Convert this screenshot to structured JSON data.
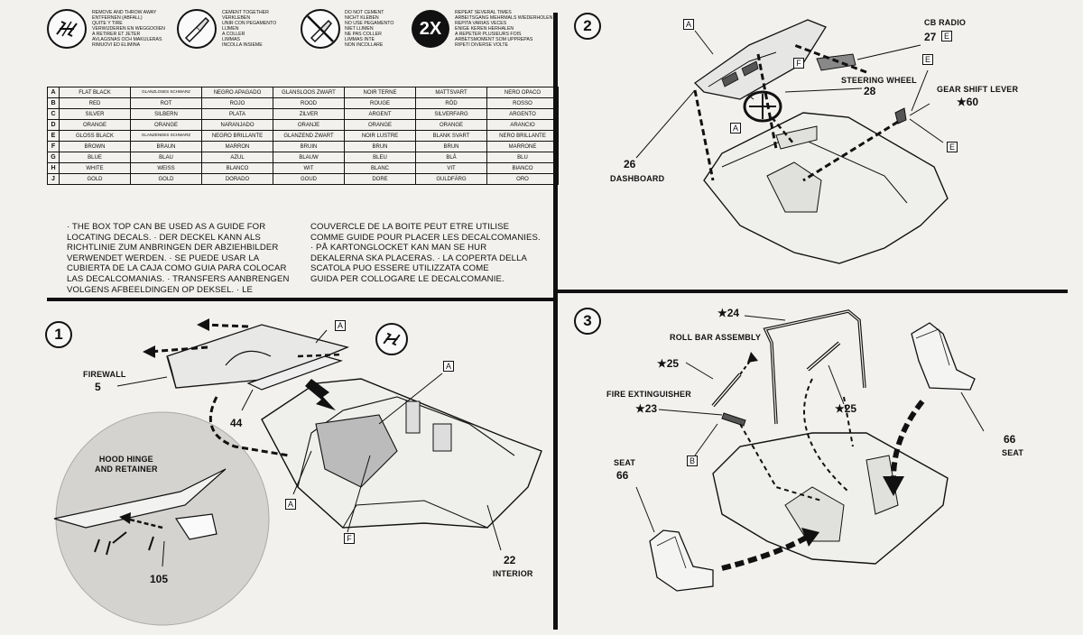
{
  "legend": [
    {
      "icon": "remove-throw-away-icon",
      "lines": [
        "REMOVE AND THROW AWAY",
        "ENTFERNEN (ABFALL)",
        "QUITE Y TIRE",
        "VERWIJDEREN EN WEGGOOIEN",
        "A RETIRER ET JETER",
        "AVLAGSNAS OCH MAKULERAS",
        "RIMUOVI ED ELIMINA"
      ]
    },
    {
      "icon": "cement-together-icon",
      "lines": [
        "CEMENT TOGETHER",
        "VERKLEBEN",
        "UNIR CON PEGAMENTO",
        "LIJMEN",
        "A COLLER",
        "LIMMAS",
        "INCOLLA INSIEME"
      ]
    },
    {
      "icon": "do-not-cement-icon",
      "lines": [
        "DO NOT CEMENT",
        "NICHT KLEBEN",
        "NO USE PEGAMENTO",
        "NIET LIJMEN",
        "NE PAS COLLER",
        "LIMMAS INTE",
        "NON INCOLLARE"
      ]
    },
    {
      "icon": "repeat-2x-icon",
      "badge": "2X",
      "lines": [
        "REPEAT SEVERAL TIMES",
        "ARBEITSGANG MEHRMALS WIEDERHOLEN",
        "REPITA VARIAS VECES",
        "ENIGE KEREN HERHALEN",
        "A REPETER PLUSIEURS FOIS",
        "ARBETSMOMENT SOM UPPREPAS",
        "RIPETI DIVERSE VOLTE"
      ]
    }
  ],
  "color_table": [
    {
      "letter": "A",
      "cells": [
        "FLAT BLACK",
        "GLANZLOSES SCHWARZ",
        "NEGRO APAGADO",
        "GLANSLOOS ZWART",
        "NOIR TERNE",
        "MATTSVART",
        "NERO OPACO"
      ]
    },
    {
      "letter": "B",
      "cells": [
        "RED",
        "ROT",
        "ROJO",
        "ROOD",
        "ROUGE",
        "RÖD",
        "ROSSO"
      ]
    },
    {
      "letter": "C",
      "cells": [
        "SILVER",
        "SILBERN",
        "PLATA",
        "ZILVER",
        "ARGENT",
        "SILVERFARG",
        "ARGENTO"
      ]
    },
    {
      "letter": "D",
      "cells": [
        "ORANGE",
        "ORANGE",
        "NARANJADO",
        "ORANJE",
        "ORANGE",
        "ORANGE",
        "ARANCIO"
      ]
    },
    {
      "letter": "E",
      "cells": [
        "GLOSS BLACK",
        "GLANZENDES SCHWARZ",
        "NEGRO BRILLANTE",
        "GLANZEND ZWART",
        "NOIR LUSTRE",
        "BLANK SVART",
        "NERO BRILLANTE"
      ]
    },
    {
      "letter": "F",
      "cells": [
        "BROWN",
        "BRAUN",
        "MARRON",
        "BRUIN",
        "BRUN",
        "BRUN",
        "MARRONE"
      ]
    },
    {
      "letter": "G",
      "cells": [
        "BLUE",
        "BLAU",
        "AZUL",
        "BLAUW",
        "BLEU",
        "BLÅ",
        "BLU"
      ]
    },
    {
      "letter": "H",
      "cells": [
        "WHITE",
        "WEISS",
        "BLANCO",
        "WIT",
        "BLANC",
        "VIT",
        "BIANCO"
      ]
    },
    {
      "letter": "J",
      "cells": [
        "GOLD",
        "GOLD",
        "DORADO",
        "GOUD",
        "DORE",
        "GULDFÄRG",
        "ORO"
      ]
    }
  ],
  "paragraph_left": [
    "· THE BOX TOP CAN BE USED AS A GUIDE FOR",
    "LOCATING DECALS. · DER DECKEL KANN ALS",
    "RICHTLINIE ZUM ANBRINGEN DER ABZIEHBILDER",
    "VERWENDET WERDEN. · SE PUEDE USAR LA",
    "CUBIERTA DE LA CAJA COMO GUIA PARA COLOCAR",
    "LAS DECALCOMANIAS. · TRANSFERS AANBRENGEN",
    "VOLGENS AFBEELDINGEN OP DEKSEL. · LE"
  ],
  "paragraph_right": [
    "COUVERCLE DE LA BOITE PEUT ETRE UTILISE",
    "COMME GUIDE POUR PLACER LES DECALCOMANIES.",
    "· PÅ KARTONGLOCKET KAN MAN SE HUR",
    "DEKALERNA SKA PLACERAS. · LA COPERTA DELLA",
    "SCATOLA PUO ESSERE UTILIZZATA COME",
    "GUIDA PER COLLOGARE LE DECALCOMANIE."
  ],
  "step1": {
    "number": "1",
    "firewall_label": "FIREWALL",
    "firewall_num": "5",
    "part_44": "44",
    "hood_label_1": "HOOD HINGE",
    "hood_label_2": "AND RETAINER",
    "part_105": "105",
    "interior_num": "22",
    "interior_label": "INTERIOR",
    "box_a1": "A",
    "box_a2": "A",
    "box_a3": "A",
    "box_f": "F"
  },
  "step2": {
    "number": "2",
    "cb_label": "CB RADIO",
    "cb_num": "27",
    "cb_box": "E",
    "steering_label": "STEERING WHEEL",
    "steering_num": "28",
    "gear_label": "GEAR SHIFT LEVER",
    "gear_num": "★60",
    "dash_num": "26",
    "dash_label": "DASHBOARD",
    "box_a1": "A",
    "box_a2": "A",
    "box_f": "F",
    "box_e1": "E",
    "box_e2": "E"
  },
  "step3": {
    "number": "3",
    "num_24": "★24",
    "rollbar_label": "ROLL BAR ASSEMBLY",
    "num_25a": "★25",
    "num_25b": "★25",
    "fire_label": "FIRE EXTINGUISHER",
    "fire_num": "★23",
    "box_b": "B",
    "seat_left_label": "SEAT",
    "seat_left_num": "66",
    "seat_right_num": "66",
    "seat_right_label": "SEAT"
  }
}
